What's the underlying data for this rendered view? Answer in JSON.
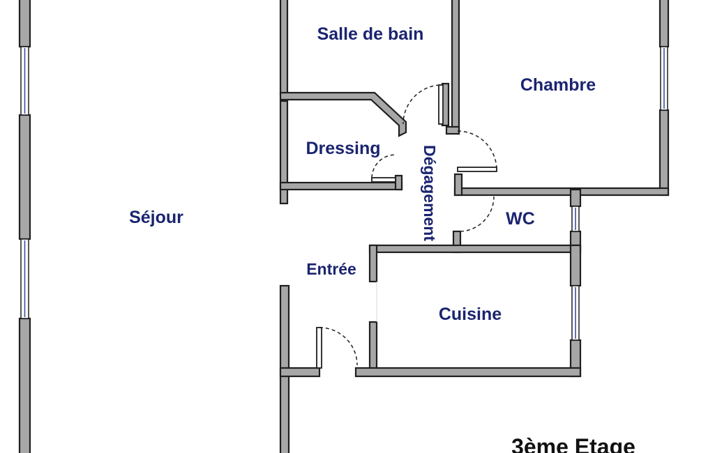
{
  "rooms": {
    "salle_de_bain": "Salle de bain",
    "chambre": "Chambre",
    "dressing": "Dressing",
    "degagement": "Dégagement",
    "sejour": "Séjour",
    "wc": "WC",
    "entree": "Entrée",
    "cuisine": "Cuisine"
  },
  "floor_label": "3ème Etage",
  "colors": {
    "wall_fill": "#a7a7a7",
    "wall_outline": "#1f1f1f",
    "label_text": "#1b2470",
    "window_pane": "#3a4fa0"
  }
}
